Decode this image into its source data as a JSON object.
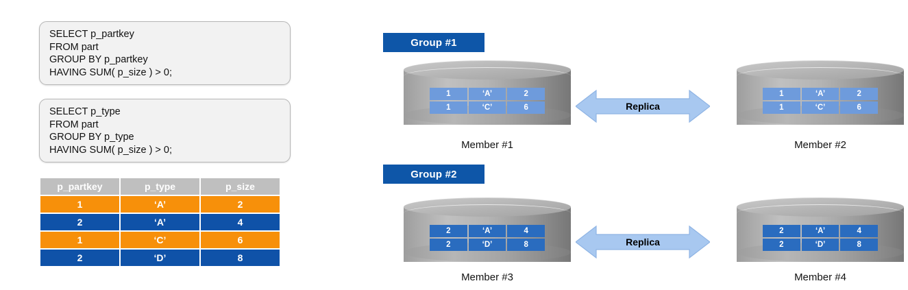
{
  "sql_queries": [
    {
      "id": "query-partkey",
      "lines": [
        "SELECT p_partkey",
        "FROM part",
        "GROUP BY p_partkey",
        "HAVING SUM( p_size ) > 0;"
      ]
    },
    {
      "id": "query-type",
      "lines": [
        "SELECT p_type",
        "FROM part",
        "GROUP BY p_type",
        "HAVING SUM( p_size ) > 0;"
      ]
    }
  ],
  "part_table": {
    "headers": [
      "p_partkey",
      "p_type",
      "p_size"
    ],
    "rows": [
      {
        "color": "orange",
        "cells": [
          "1",
          "‘A’",
          "2"
        ]
      },
      {
        "color": "blue",
        "cells": [
          "2",
          "‘A’",
          "4"
        ]
      },
      {
        "color": "orange",
        "cells": [
          "1",
          "‘C’",
          "6"
        ]
      },
      {
        "color": "blue",
        "cells": [
          "2",
          "‘D’",
          "8"
        ]
      }
    ],
    "colors": {
      "header": "#bfbfbf",
      "orange": "#f7900a",
      "blue": "#0f52a8"
    }
  },
  "cluster": {
    "arrow_label": "Replica",
    "arrow_color": "#a8c8f0",
    "badge_color": "#0e56a8",
    "groups": [
      {
        "badge": "Group #1",
        "cell_color": "#6e9bdc",
        "members": [
          {
            "label": "Member #1",
            "rows": [
              [
                "1",
                "‘A’",
                "2"
              ],
              [
                "1",
                "‘C’",
                "6"
              ]
            ]
          },
          {
            "label": "Member #2",
            "rows": [
              [
                "1",
                "‘A’",
                "2"
              ],
              [
                "1",
                "‘C’",
                "6"
              ]
            ]
          }
        ]
      },
      {
        "badge": "Group #2",
        "cell_color": "#2a6cbf",
        "members": [
          {
            "label": "Member #3",
            "rows": [
              [
                "2",
                "‘A’",
                "4"
              ],
              [
                "2",
                "‘D’",
                "8"
              ]
            ]
          },
          {
            "label": "Member #4",
            "rows": [
              [
                "2",
                "‘A’",
                "4"
              ],
              [
                "2",
                "‘D’",
                "8"
              ]
            ]
          }
        ]
      }
    ]
  }
}
